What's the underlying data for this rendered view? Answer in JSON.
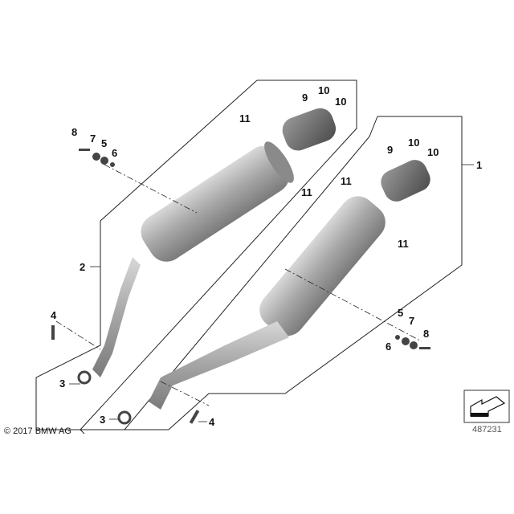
{
  "diagram": {
    "labels_left": [
      "8",
      "7",
      "5",
      "6",
      "9",
      "10",
      "10",
      "11",
      "11",
      "2",
      "4",
      "3"
    ],
    "labels_right": [
      "9",
      "10",
      "10",
      "11",
      "11",
      "1",
      "5",
      "7",
      "8",
      "6",
      "3",
      "4"
    ],
    "copyright": "© 2017 BMW AG",
    "diagram_number": "487231",
    "icon": "direction-arrow-icon"
  }
}
